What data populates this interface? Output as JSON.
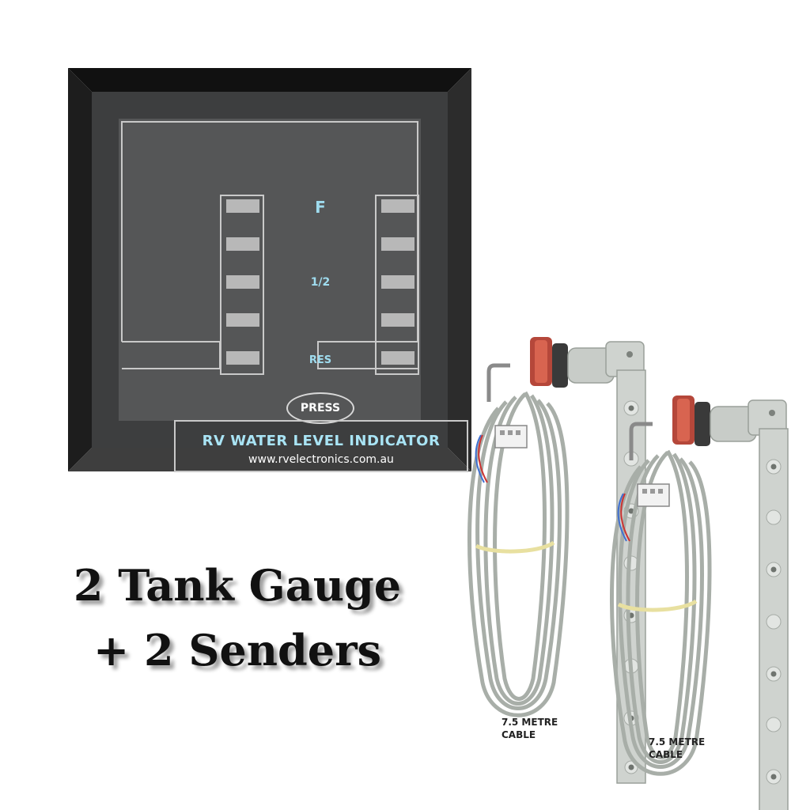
{
  "gauge": {
    "level_full": "F",
    "level_half": "1/2",
    "level_reserve": "RES",
    "press_label": "PRESS",
    "title": "RV WATER LEVEL INDICATOR",
    "website": "www.rvelectronics.com.au",
    "segments_per_tank": 5,
    "colors": {
      "face": "#555657",
      "bezel": "#1a1a1a",
      "label": "#9fdcef",
      "segment": "#b8b8b8"
    }
  },
  "headline": {
    "line1": "2 Tank Gauge",
    "line2": "+ 2 Senders"
  },
  "senders": [
    {
      "cable_label": "7.5 METRE\nCABLE",
      "icon": "sender-probe-icon"
    },
    {
      "cable_label": "7.5 METRE\nCABLE",
      "icon": "sender-probe-icon"
    }
  ]
}
